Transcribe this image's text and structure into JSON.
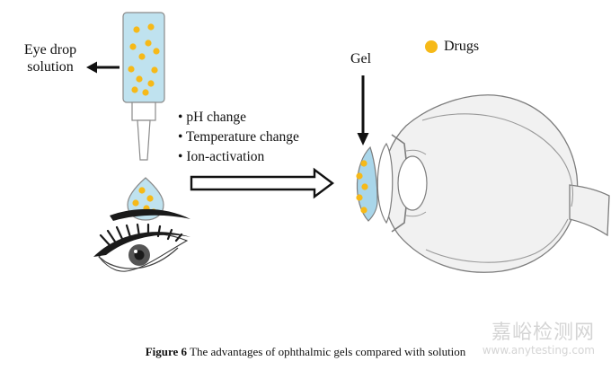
{
  "labels": {
    "eye_drop_solution_line1": "Eye drop",
    "eye_drop_solution_line2": "solution",
    "gel": "Gel",
    "drugs_legend": "Drugs"
  },
  "bullets": [
    "pH change",
    "Temperature change",
    "Ion-activation"
  ],
  "caption": {
    "figure_number": "Figure 6",
    "text": "The advantages of ophthalmic gels compared with solution"
  },
  "watermark": {
    "main": "嘉峪检测网",
    "sub": "www.anytesting.com"
  },
  "colors": {
    "drug_dot": "#f6b918",
    "solution_fill": "#bfe2ef",
    "gel_fill": "#a9d6ea",
    "outline": "#8a8a8a",
    "eye_fill": "#f1f1f1",
    "arrow": "#111111"
  }
}
